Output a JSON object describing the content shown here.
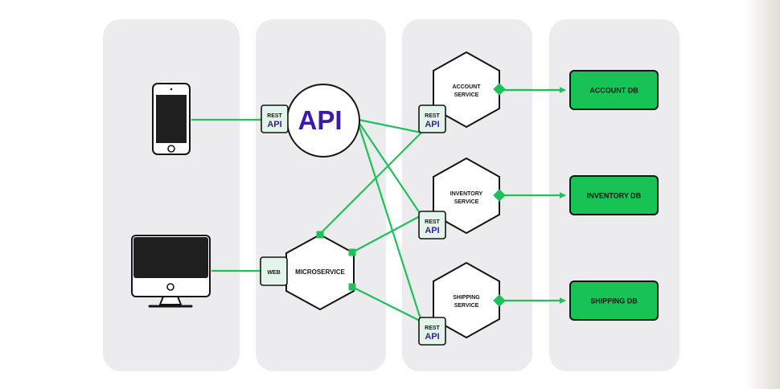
{
  "diagram": {
    "api_gateway_label": "API",
    "rest_tag": {
      "line1": "REST",
      "line2": "API"
    },
    "web_tag": "WEB",
    "microservice_label": "MICROSERVICE",
    "services": [
      {
        "line1": "ACCOUNT",
        "line2": "SERVICE",
        "db": "ACCOUNT DB"
      },
      {
        "line1": "INVENTORY",
        "line2": "SERVICE",
        "db": "INVENTORY DB"
      },
      {
        "line1": "SHIPPING",
        "line2": "SERVICE",
        "db": "SHIPPING DB"
      }
    ]
  },
  "colors": {
    "panel": "#ececee",
    "accent_green": "#1ec05a",
    "db_fill": "#17c355",
    "api_purple": "#3d1aa7",
    "tag_fill": "#e3f5ea",
    "outline": "#151515"
  },
  "icons": [
    "smartphone-icon",
    "desktop-monitor-icon"
  ]
}
